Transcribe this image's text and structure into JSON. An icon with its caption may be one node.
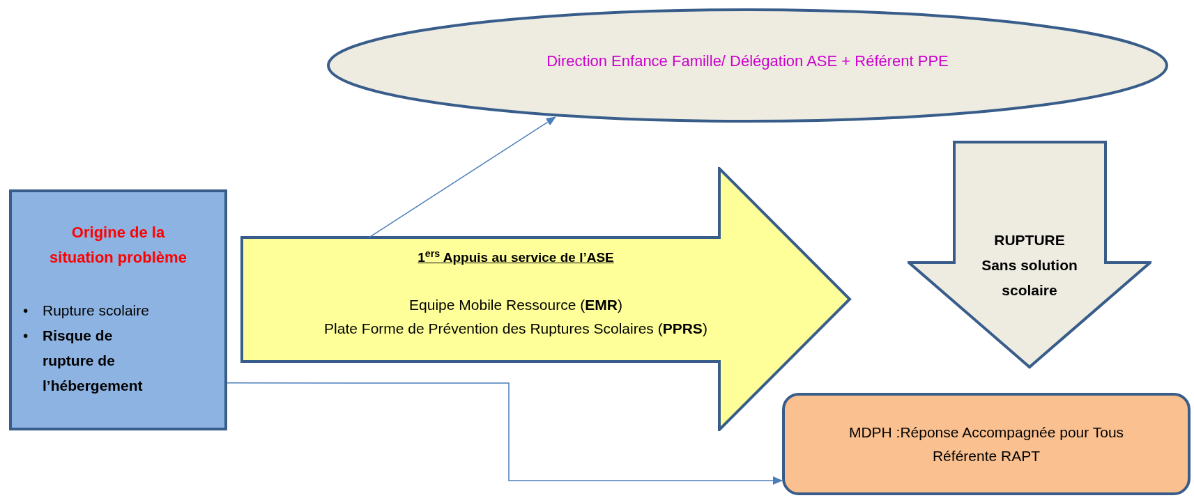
{
  "diagram": {
    "nodes": [
      {
        "text": [
          "Direction Enfance Famille/ Délégation ASE + Référent PPE"
        ]
      },
      {
        "text": [
          "Origine de la situation problème",
          "Rupture scolaire",
          "Risque de rupture de l’hébergement"
        ]
      },
      {
        "text": [
          "1$^{ers}$ Appuis au service de l’ASE",
          "Equipe Mobile Ressource (**EMR**)",
          "Plate Forme de Prévention des Ruptures Scolaires (**PPRS**)"
        ]
      },
      {
        "text": [
          "RUPTURE Sans solution scolaire"
        ]
      },
      {
        "text": [
          "MDPH :Réponse Accompagnée pour Tous",
          "Référente RAPT"
        ]
      }
    ],
    "edges": [
      {
        "from": 2,
        "to": 0,
        "arrow": "to"
      },
      {
        "from": 1,
        "to": 4,
        "arrow": "to"
      },
      {
        "from": 1,
        "to": 4,
        "arrow": "to"
      },
      {
        "from": 0,
        "to": 4,
        "arrow": "to"
      }
    ],
    "labels": [
      "•",
      "•"
    ]
  }
}
